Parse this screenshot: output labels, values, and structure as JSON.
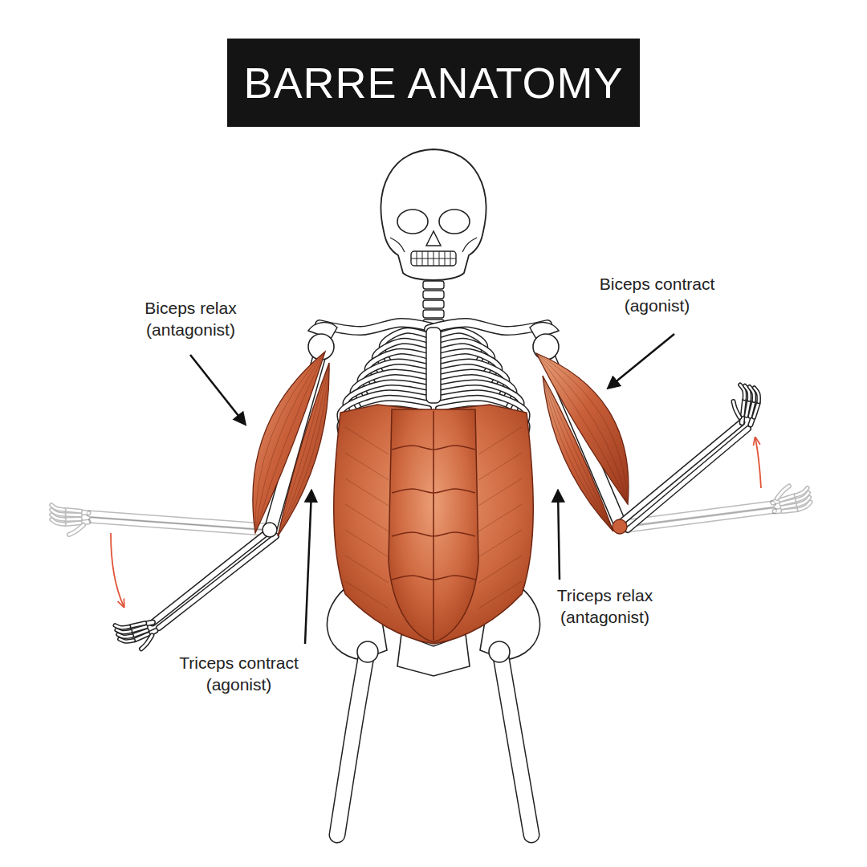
{
  "diagram": {
    "title": "BARRE ANATOMY",
    "labels": [
      "Biceps relax (antagonist)",
      "Biceps contract (agonist)",
      "Triceps relax (antagonist)",
      "Triceps contract (agonist)"
    ]
  }
}
